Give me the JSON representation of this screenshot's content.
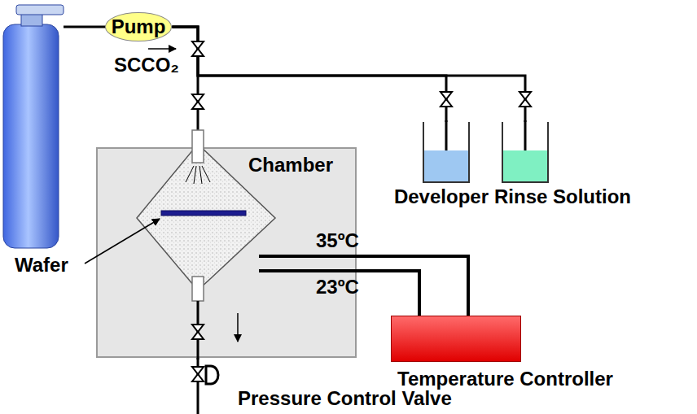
{
  "diagram": {
    "nodes": [
      {
        "text": [
          "Pump"
        ]
      },
      {
        "text": [
          "Chamber"
        ]
      },
      {
        "text": [
          "Developer"
        ]
      },
      {
        "text": [
          "Rinse Solution"
        ]
      },
      {
        "text": [
          "Temperature Controller"
        ]
      }
    ],
    "edges": [
      {
        "from": 0,
        "to": 1,
        "arrow": "none"
      },
      {
        "from": 0,
        "to": 2,
        "arrow": "none"
      },
      {
        "from": 0,
        "to": 3,
        "arrow": "none"
      },
      {
        "from": 1,
        "to": 4,
        "label": "35ºC",
        "arrow": "none"
      },
      {
        "from": 1,
        "to": 4,
        "label": "23ºC",
        "arrow": "none"
      }
    ],
    "labels": [
      "SCCO₂",
      "Wafer",
      "Pressure Control Valve"
    ]
  }
}
